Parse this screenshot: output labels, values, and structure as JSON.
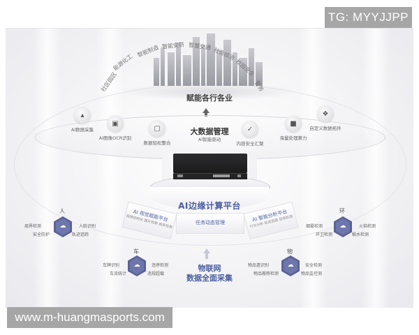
{
  "watermarks": {
    "tg": "TG: MYYJJPP",
    "url": "www.m-huangmasports.com"
  },
  "top": {
    "title": "赋能各行各业",
    "industries": [
      "社区园区",
      "能源化工",
      "智能制造",
      "智能安防",
      "智慧交通",
      "社会综治",
      "校园安全",
      "警务"
    ]
  },
  "middle": {
    "title": "大数据管理",
    "subtitle": "AI智能驱动",
    "capabilities": [
      {
        "label": "AI数据采集",
        "icon": "network-icon"
      },
      {
        "label": "AI图像OCR识别",
        "icon": "scan-icon"
      },
      {
        "label": "数据轻松整合",
        "icon": "document-icon"
      },
      {
        "label": "内容安全汇聚",
        "icon": "shield-icon"
      },
      {
        "label": "海量处理算力",
        "icon": "chip-icon"
      },
      {
        "label": "自定义数据拓件",
        "icon": "puzzle-icon"
      }
    ]
  },
  "platform": {
    "title": "AI边缘计算平台",
    "segments": [
      {
        "title": "AI 视觉赋能平台",
        "sub": "视频结构化 图片检索 底库检索"
      },
      {
        "title": "任务动态管理",
        "sub": ""
      },
      {
        "title": "AI 智能分析平台",
        "sub": "行为分析 轨迹追踪 目标检测"
      }
    ]
  },
  "iot": {
    "line1": "物联网",
    "line2": "数据全面采集"
  },
  "clusters": [
    {
      "title": "人",
      "labels": [
        "周界检测",
        "人脸识别",
        "安全防护",
        "轨迹追踪"
      ]
    },
    {
      "title": "环",
      "labels": [
        "烟雾检测",
        "火焰检测",
        "环卫检测",
        "積水检测"
      ]
    },
    {
      "title": "车",
      "labels": [
        "车牌识别",
        "违停检测",
        "车流统计",
        "违规超载"
      ]
    },
    {
      "title": "物",
      "labels": [
        "物品遗识别",
        "安全检测",
        "物品搬移检测",
        "物品监控测"
      ]
    }
  ]
}
